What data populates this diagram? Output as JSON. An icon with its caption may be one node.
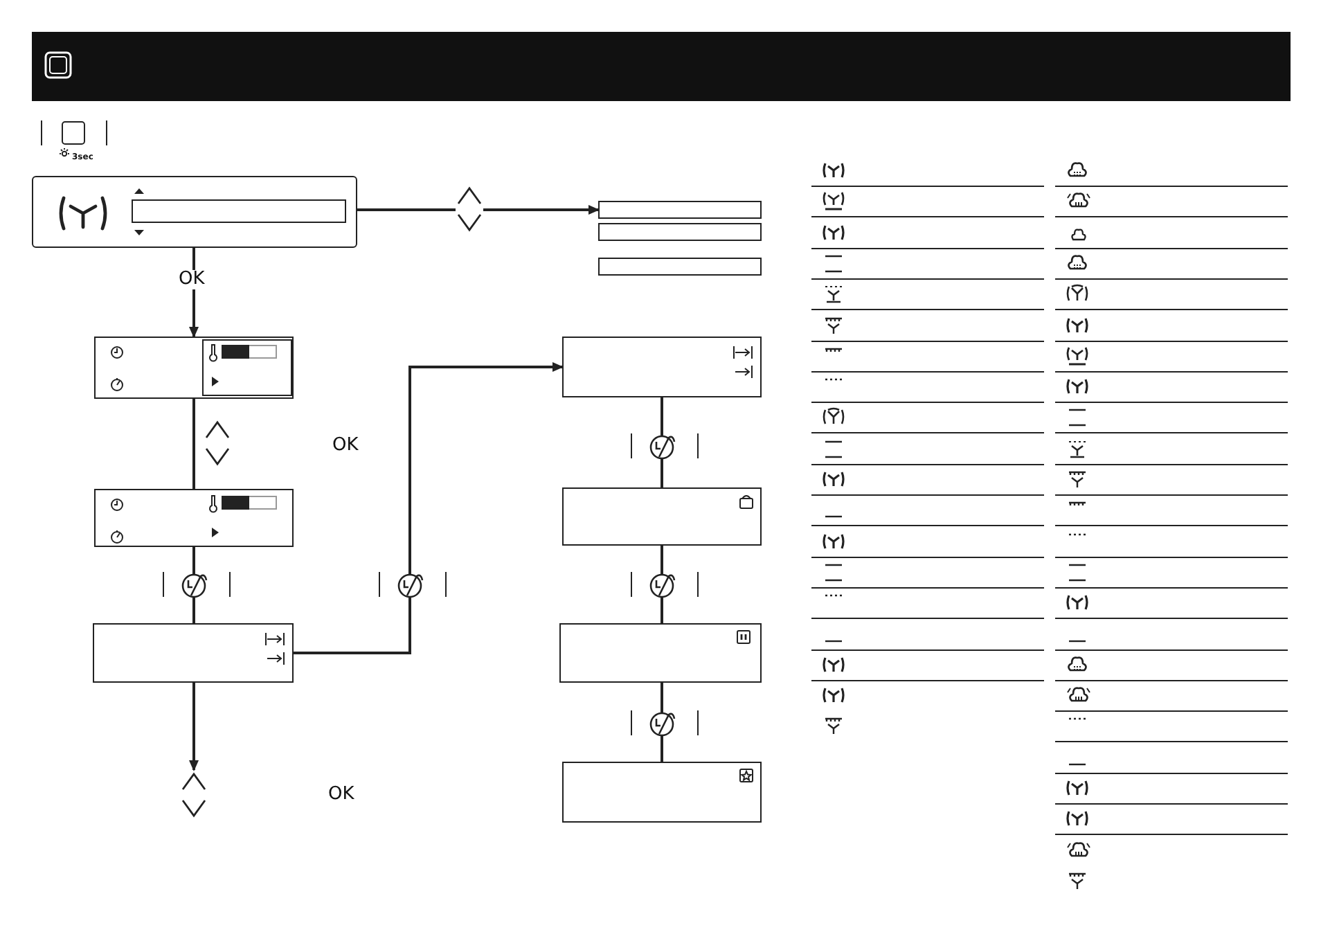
{
  "diagram": {
    "nodes": [
      {
        "text": [],
        "shape": "box"
      },
      {
        "text": [],
        "shape": "box"
      },
      {
        "text": [],
        "shape": "box"
      },
      {
        "text": [],
        "shape": "box"
      },
      {
        "text": [],
        "shape": "box"
      },
      {
        "text": [],
        "shape": "box"
      },
      {
        "text": [],
        "shape": "box"
      },
      {
        "text": [],
        "shape": "box"
      },
      {
        "text": [],
        "shape": "box"
      },
      {
        "text": [],
        "shape": "box"
      },
      {
        "text": [],
        "shape": "box"
      },
      {
        "text": [],
        "shape": "chevron"
      }
    ],
    "edges": [
      {
        "from": 0,
        "to": 1,
        "arrow": "to"
      },
      {
        "from": 0,
        "to": 4,
        "arrow": "to",
        "label": "OK"
      },
      {
        "from": 4,
        "to": 5,
        "arrow": "none"
      },
      {
        "from": 5,
        "to": 6,
        "arrow": "none"
      },
      {
        "from": 6,
        "to": 11,
        "arrow": "to"
      },
      {
        "from": 6,
        "to": 7,
        "arrow": "to"
      },
      {
        "from": 7,
        "to": 8,
        "arrow": "none"
      },
      {
        "from": 8,
        "to": 9,
        "arrow": "none"
      },
      {
        "from": 9,
        "to": 10,
        "arrow": "none"
      }
    ],
    "labels": [
      "3sec",
      "OK",
      "OK"
    ]
  }
}
